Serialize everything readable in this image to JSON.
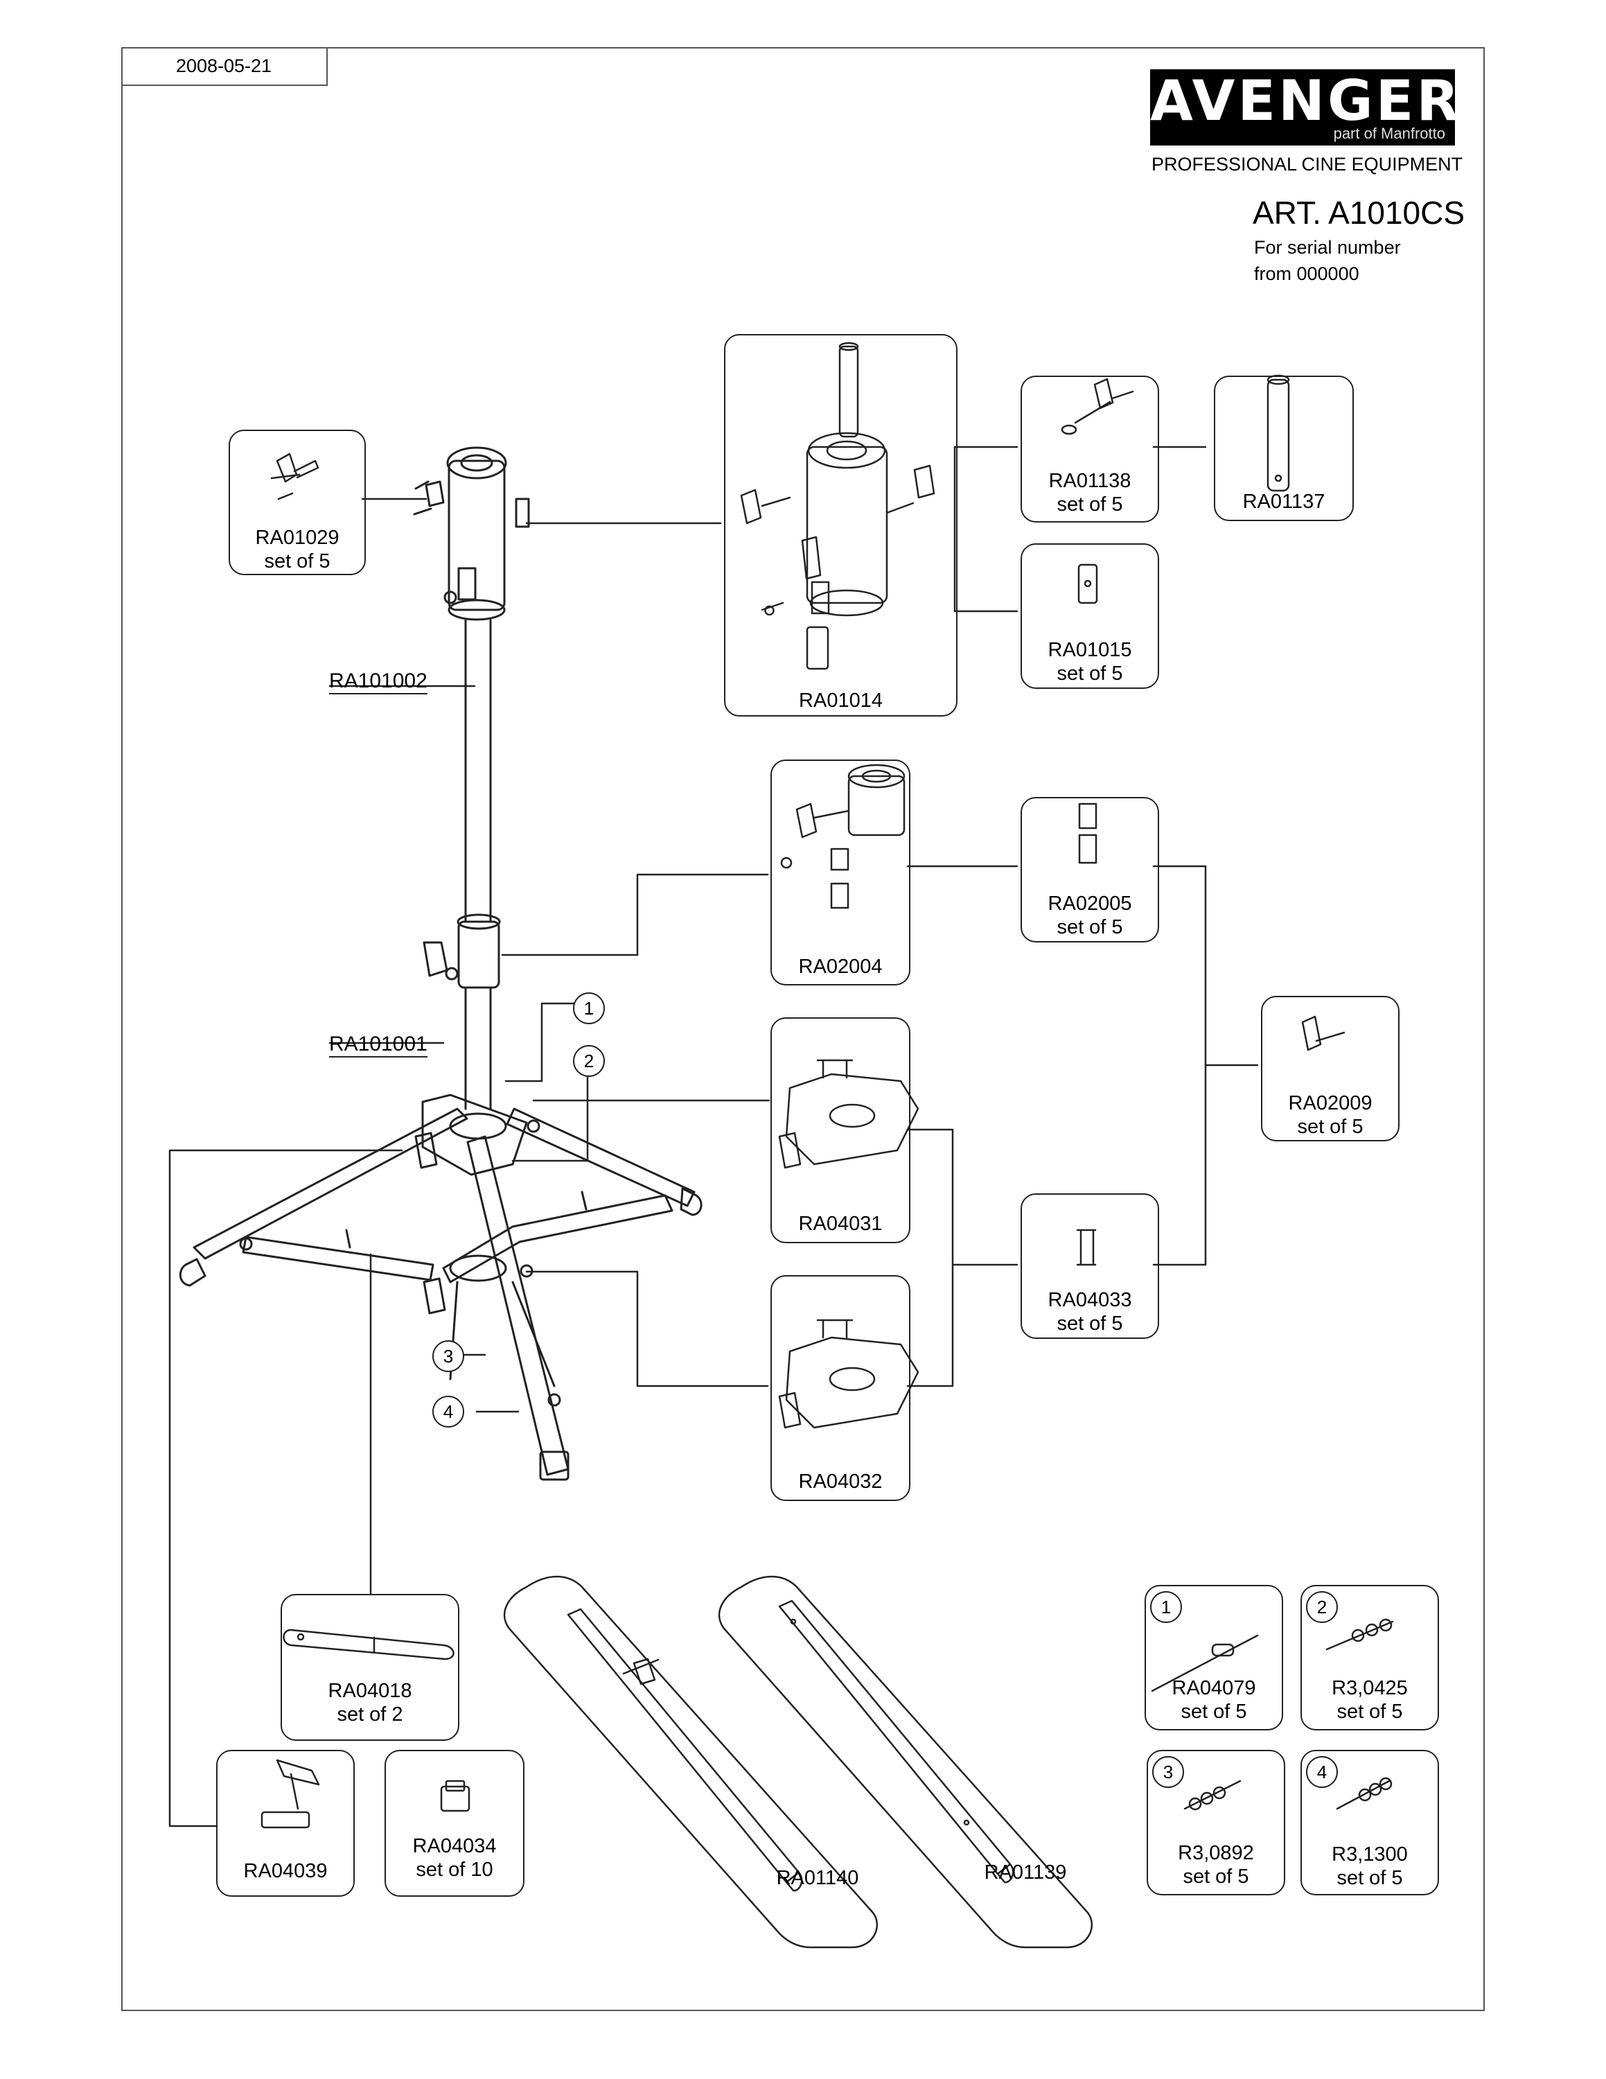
{
  "header": {
    "date": "2008-05-21",
    "brand": "AVENGER",
    "brand_sub": "part of Manfrotto",
    "tagline": "PROFESSIONAL CINE EQUIPMENT",
    "article": "ART. A1010CS",
    "serial_line1": "For serial number",
    "serial_line2": "from 000000"
  },
  "parts": {
    "ra01029": {
      "code": "RA01029",
      "set": "set  of  5"
    },
    "ra01014": {
      "code": "RA01014"
    },
    "ra01138": {
      "code": "RA01138",
      "set": "set  of  5"
    },
    "ra01137": {
      "code": "RA01137"
    },
    "ra01015": {
      "code": "RA01015",
      "set": "set  of  5"
    },
    "ra02004": {
      "code": "RA02004"
    },
    "ra02005": {
      "code": "RA02005",
      "set": "set  of  5"
    },
    "ra02009": {
      "code": "RA02009",
      "set": "set  of  5"
    },
    "ra04031": {
      "code": "RA04031"
    },
    "ra04033": {
      "code": "RA04033",
      "set": "set  of  5"
    },
    "ra04032": {
      "code": "RA04032"
    },
    "ra04018": {
      "code": "RA04018",
      "set": "set  of  2"
    },
    "ra04039": {
      "code": "RA04039"
    },
    "ra04034": {
      "code": "RA04034",
      "set": "set  of 10"
    },
    "ra01140": {
      "code": "RA01140"
    },
    "ra01139": {
      "code": "RA01139"
    },
    "ra04079": {
      "code": "RA04079",
      "set": "set  of  5",
      "num": "1"
    },
    "r30425": {
      "code": "R3,0425",
      "set": "set  of  5",
      "num": "2"
    },
    "r30892": {
      "code": "R3,0892",
      "set": "set  of  5",
      "num": "3"
    },
    "r31300": {
      "code": "R3,1300",
      "set": "set  of  5",
      "num": "4"
    }
  },
  "stand": {
    "upper_tube": "RA101002",
    "lower_tube": "RA101001",
    "callouts": [
      "1",
      "2",
      "3",
      "4"
    ]
  }
}
